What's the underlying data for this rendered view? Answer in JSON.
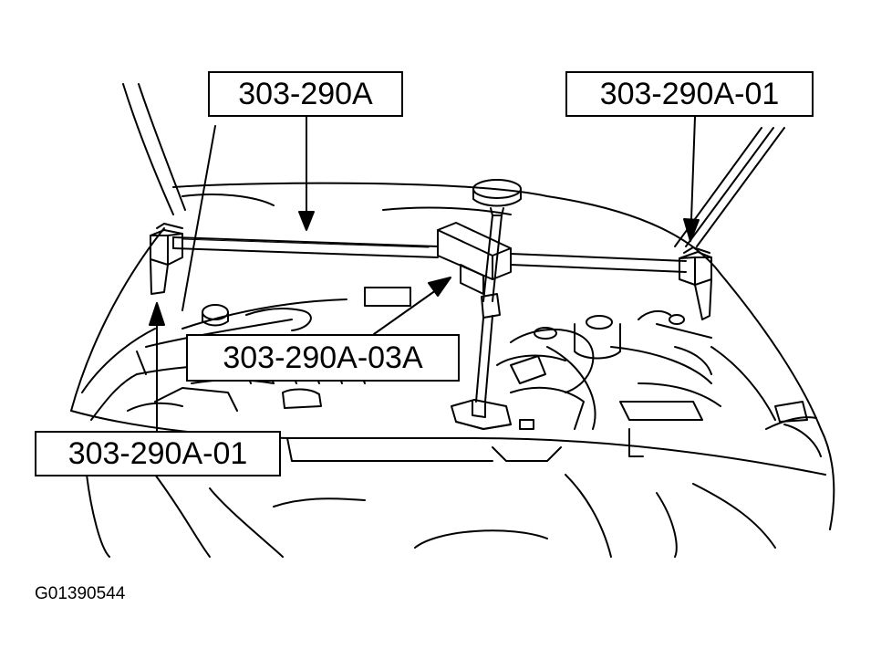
{
  "callouts": {
    "tool_bar": "303-290A",
    "tool_right": "303-290A-01",
    "tool_center": "303-290A-03A",
    "tool_left": "303-290A-01"
  },
  "figure_id": "G01390544",
  "colors": {
    "line": "#000000",
    "background": "#ffffff"
  }
}
